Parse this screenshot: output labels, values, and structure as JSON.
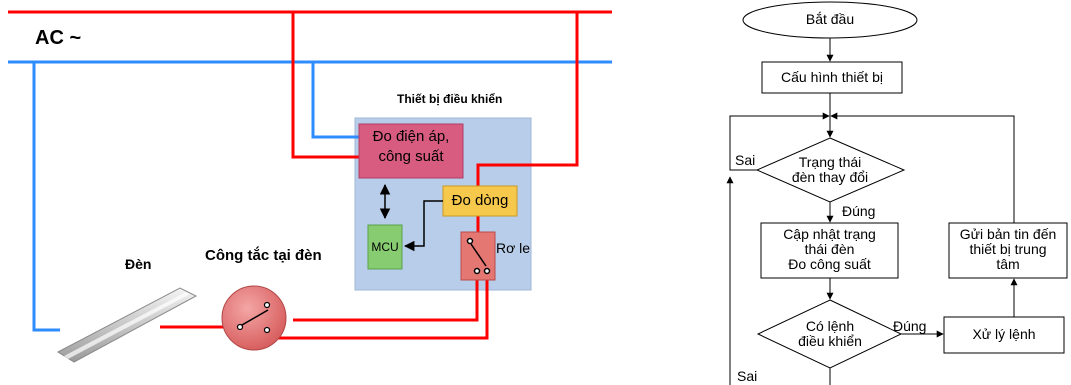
{
  "wiring": {
    "supply_label": "AC ~",
    "controller_title": "Thiết bị điều khiển",
    "voltage_block": "Đo điện áp,\ncông suất",
    "current_block": "Đo dòng",
    "mcu_block": "MCU",
    "relay_label": "Rơ le",
    "lamp_label": "Đèn",
    "switch_label": "Công tắc tại đèn",
    "colors": {
      "phase_wire": "#ff0000",
      "neutral_wire": "#2f8cff",
      "controller_box": "#b8cde9",
      "voltage_block": "#d85c80",
      "current_block": "#f6c84c",
      "mcu_block": "#87cc71",
      "relay_block": "#e57773",
      "switch_body": "#e8797a"
    }
  },
  "flowchart": {
    "start": "Bắt đầu",
    "configure": "Cấu hình thiết bị",
    "decision_state": "Trạng thái\nđèn thay đổi",
    "update": "Cập nhật trạng\nthái đèn\nĐo công suất",
    "send": "Gửi bản tin đến\nthiết bị trung\ntâm",
    "decision_command": "Có lệnh\nđiều khiển",
    "process": "Xử lý lệnh",
    "yes_label_1": "Đúng",
    "yes_label_2": "Đúng",
    "no_label_1": "Sai",
    "no_label_2": "Sai"
  }
}
